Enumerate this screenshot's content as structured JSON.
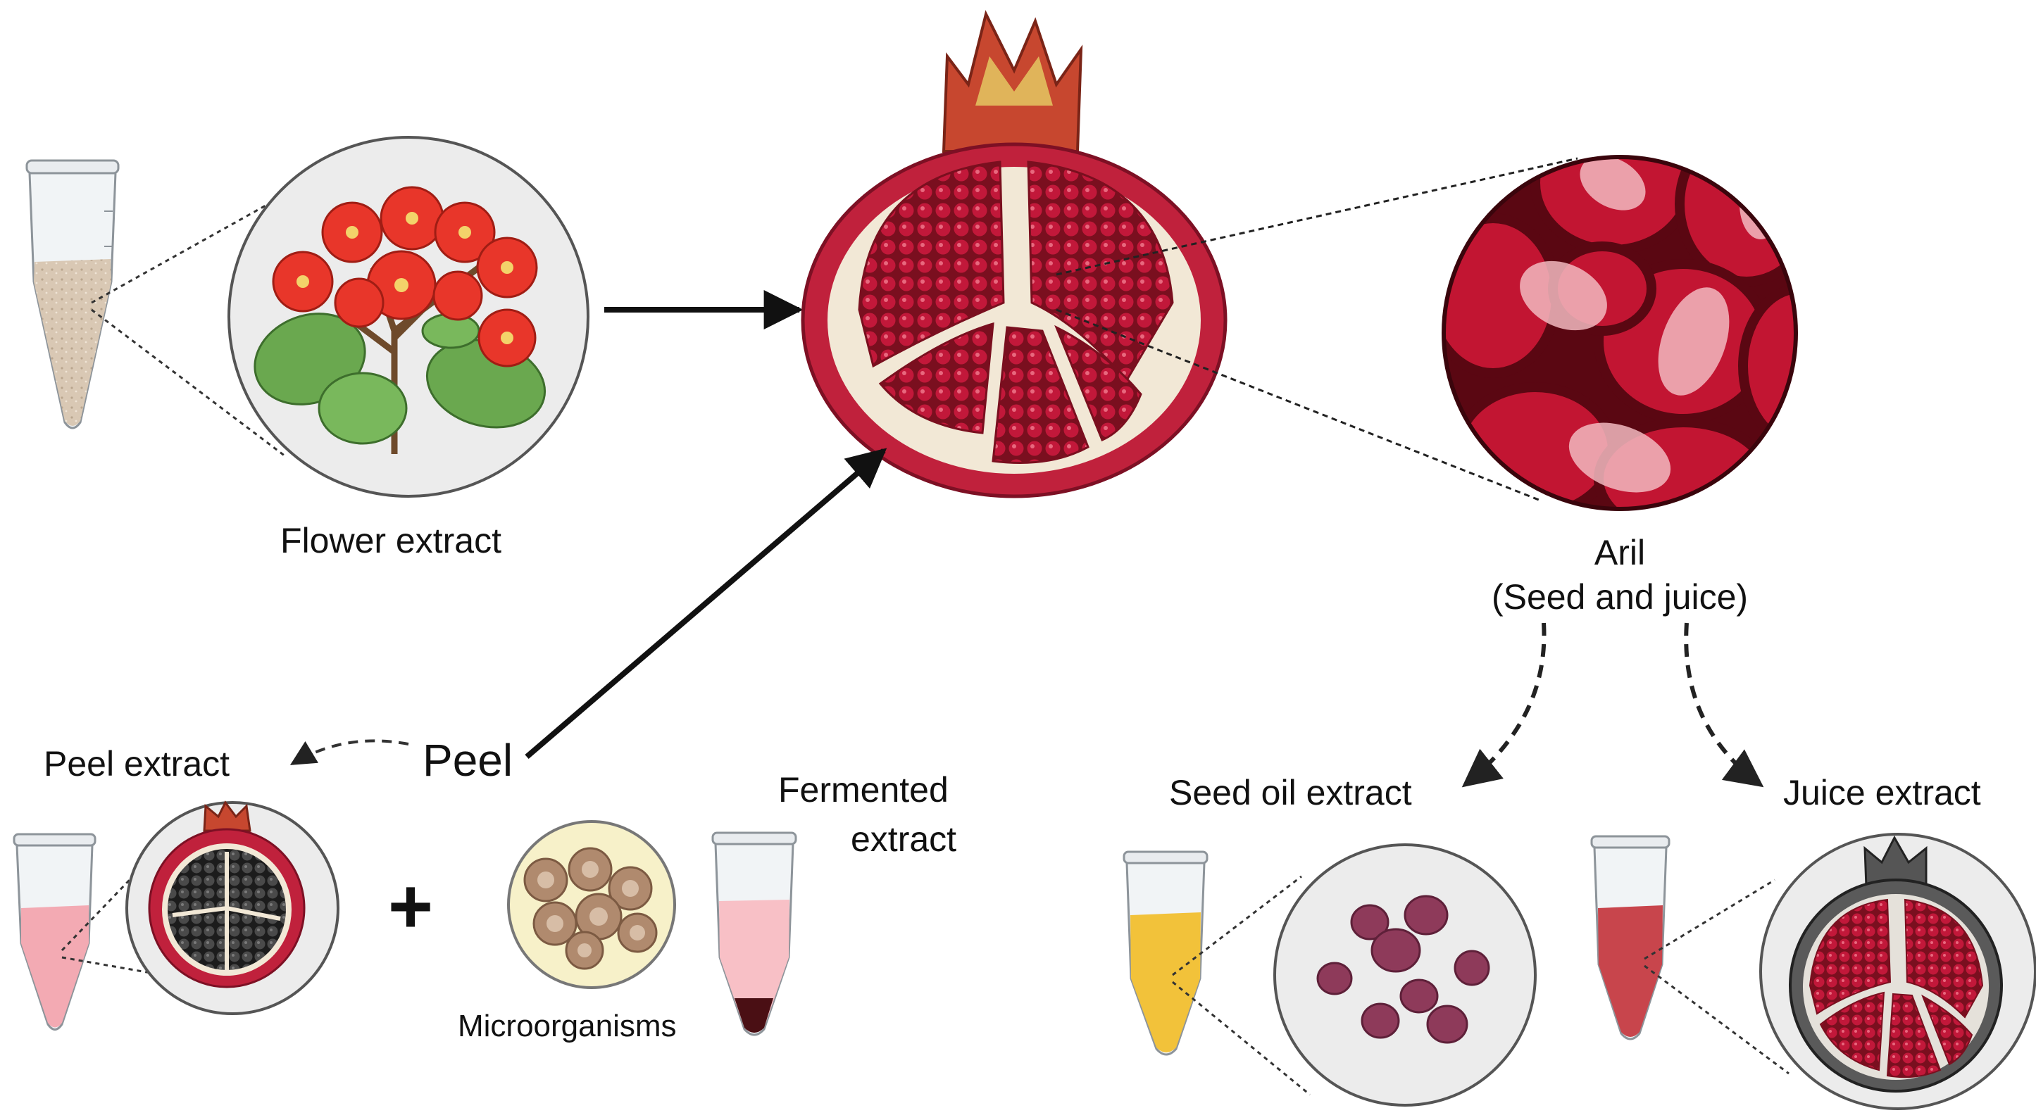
{
  "labels": {
    "flower_extract": "Flower extract",
    "aril_line1": "Aril",
    "aril_line2": "(Seed and juice)",
    "peel": "Peel",
    "peel_extract": "Peel extract",
    "fermented_line1": "Fermented",
    "fermented_line2": "extract",
    "microorganisms": "Microorganisms",
    "seed_oil_extract": "Seed oil extract",
    "juice_extract": "Juice extract",
    "plus": "+"
  },
  "colors": {
    "pomegranate_red": "#c0213c",
    "aril_red": "#b3132e",
    "flower_red": "#e8362a",
    "leaf_green": "#6aa84f",
    "flower_powder": "#d9c8b4",
    "peel_powder": "#f3aab3",
    "fermented_liquid": "#f8c0c6",
    "fermented_sediment": "#4a0f14",
    "seed_oil": "#f2c23a",
    "juice": "#c8454c",
    "seed_purple": "#8e3a5a",
    "microbe_brown": "#b08a6e"
  }
}
